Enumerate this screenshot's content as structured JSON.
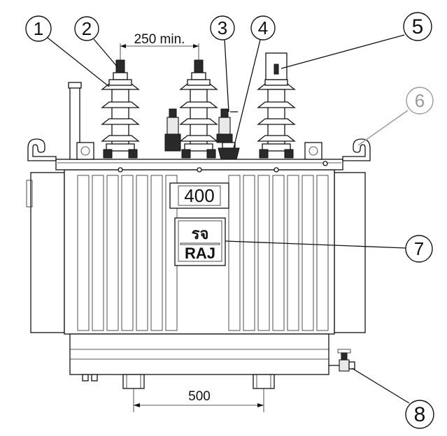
{
  "callouts": [
    {
      "id": 1,
      "label": "1"
    },
    {
      "id": 2,
      "label": "2"
    },
    {
      "id": 3,
      "label": "3"
    },
    {
      "id": 4,
      "label": "4"
    },
    {
      "id": 5,
      "label": "5"
    },
    {
      "id": 6,
      "label": "6"
    },
    {
      "id": 7,
      "label": "7"
    },
    {
      "id": 8,
      "label": "8"
    }
  ],
  "dimensions": {
    "bushing_spacing": "250 min.",
    "wheel_spacing": "500"
  },
  "rating_plate": "400",
  "logo": {
    "script": "รจ",
    "brand": "RAJ"
  },
  "colors": {
    "line": "#111111",
    "background": "#ffffff",
    "callout6_line": "#9a9a9a"
  }
}
